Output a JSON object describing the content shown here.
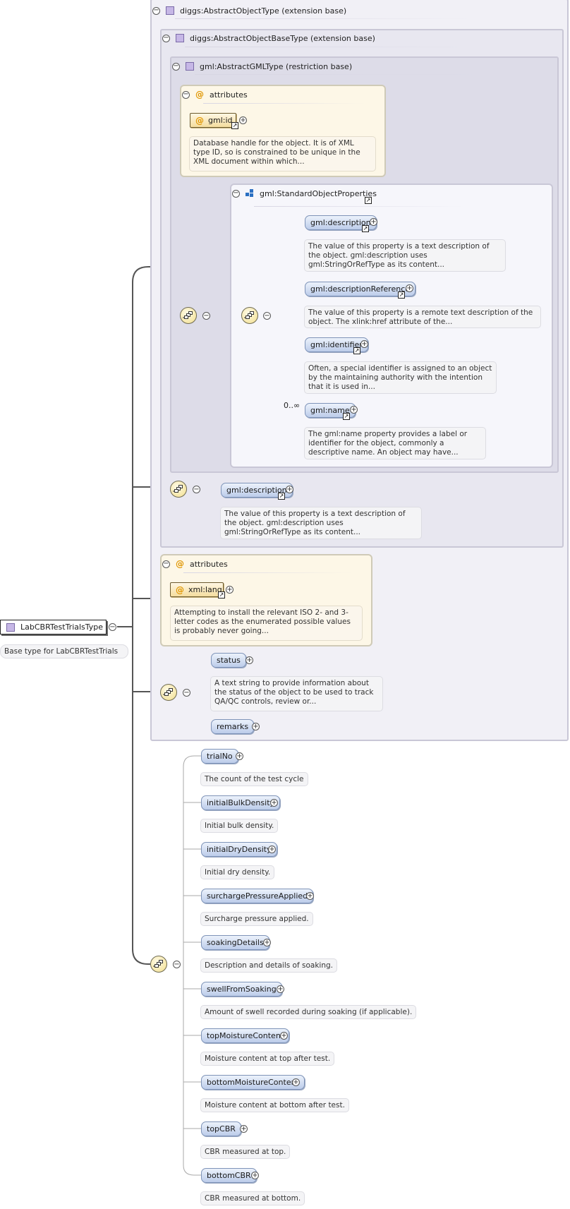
{
  "root": {
    "type_name": "LabCBRTestTrialsType",
    "description": "Base type for LabCBRTestTrials"
  },
  "base_types": {
    "abstract_object": "diggs:AbstractObjectType (extension base)",
    "abstract_object_base": "diggs:AbstractObjectBaseType (extension base)",
    "abstract_gml": "gml:AbstractGMLType (restriction base)"
  },
  "gml_attributes": {
    "title": "attributes",
    "id_label": "gml:id",
    "id_desc": "Database handle for the object. It is of XML type ID, so is constrained to be unique in the XML document within which..."
  },
  "standard_props": {
    "title": "gml:StandardObjectProperties",
    "items": [
      {
        "label": "gml:description",
        "desc": "The value of this property is a text description of the object. gml:description uses gml:StringOrRefType as its content..."
      },
      {
        "label": "gml:descriptionReference",
        "desc": "The value of this property is a remote text description of the object. The xlink:href attribute of the..."
      },
      {
        "label": "gml:identifier",
        "desc": "Often, a special identifier is assigned to an object by the maintaining authority with the intention that it is used in..."
      },
      {
        "label": "gml:name",
        "desc": "The gml:name property provides a label or identifier for the object, commonly a descriptive name. An object may have..."
      }
    ],
    "name_occurrence": "0..∞"
  },
  "base_description": {
    "label": "gml:description",
    "desc": "The value of this property is a text description of the object. gml:description uses gml:StringOrRefType as its content..."
  },
  "lang_attributes": {
    "title": "attributes",
    "lang_label": "xml:lang",
    "lang_desc": "Attempting to install the relevant ISO 2- and 3-letter codes as the enumerated possible values is probably never going..."
  },
  "status_group": {
    "status_label": "status",
    "status_desc": "A text string to provide information about the status of the object to be used to track QA/QC controls, review or...",
    "remarks_label": "remarks"
  },
  "trial_elements": [
    {
      "label": "trialNo",
      "desc": "The count of the test cycle"
    },
    {
      "label": "initialBulkDensity",
      "desc": "Initial bulk density."
    },
    {
      "label": "initialDryDensity",
      "desc": "Initial dry density."
    },
    {
      "label": "surchargePressureApplied",
      "desc": "Surcharge pressure applied."
    },
    {
      "label": "soakingDetails",
      "desc": "Description and details of soaking."
    },
    {
      "label": "swellFromSoaking",
      "desc": "Amount of swell recorded during soaking (if applicable)."
    },
    {
      "label": "topMoistureContent",
      "desc": "Moisture content at top after test."
    },
    {
      "label": "bottomMoistureContent",
      "desc": "Moisture content at bottom after test."
    },
    {
      "label": "topCBR",
      "desc": "CBR measured at top."
    },
    {
      "label": "bottomCBR",
      "desc": "CBR measured at bottom."
    }
  ],
  "colors": {
    "group_bg": "#f1f0f6",
    "attr_bg": "#fdf7e7",
    "pill_top": "#ecf2fb",
    "pill_bottom": "#bcccea",
    "compositor": "#f2de8d",
    "class_icon": "#c6b7e6"
  },
  "icons": {
    "collapse": "minus-circle-icon",
    "expand": "plus-circle-icon",
    "reference": "arrow-link-icon",
    "sequence": "sequence-compositor-icon",
    "attribute": "at-sign-icon",
    "type": "complex-type-icon",
    "group": "model-group-icon"
  }
}
